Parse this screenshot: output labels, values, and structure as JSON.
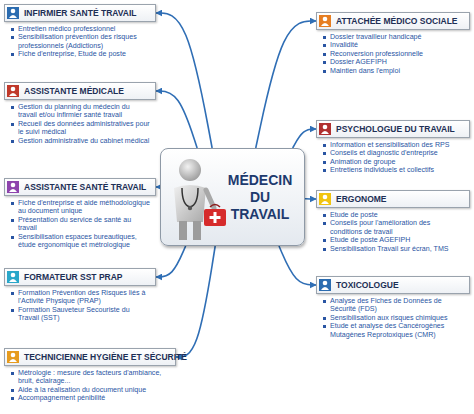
{
  "diagram": {
    "nodes": [
      {
        "text": [
          "MÉDECIN DU TRAVAIL"
        ]
      },
      {
        "text": [
          "INFIRMIER SANTÉ TRAVAIL",
          "Entretien médico professionnel",
          "Sensibilisation prévention des risques professionnels (Addictions)",
          "Fiche d'entreprise, Etude de poste"
        ]
      },
      {
        "text": [
          "ASSISTANTE MÉDICALE",
          "Gestion du planning du médecin du travail et/ou infirmier santé travail",
          "Recueil des données administratives pour le suivi médical",
          "Gestion administrative du cabinet médical"
        ]
      },
      {
        "text": [
          "ASSISTANTE SANTÉ TRAVAIL",
          "Fiche d'entreprise et aide méthodologique au document unique",
          "Présentation du service de santé au travail",
          "Sensibilisation espaces bureautiques, étude ergonomique et métrologique"
        ]
      },
      {
        "text": [
          "FORMATEUR SST PRAP",
          "Formation Prévention des Risques liés à l'Activité Physique (PRAP)",
          "Formation Sauveteur Secouriste du Travail (SST)"
        ]
      },
      {
        "text": [
          "TECHNICIENNE HYGIÈNE ET SÉCURITÉ",
          "Métrologie : mesure des facteurs d'ambiance, bruit, éclairage...",
          "Aide à la réalisation du document unique",
          "Accompagnement pénibilité"
        ]
      },
      {
        "text": [
          "ATTACHÉE MÉDICO SOCIALE",
          "Dossier travailleur handicapé",
          "Invalidité",
          "Reconversion professionnelle",
          "Dossier AGEFIPH",
          "Maintien dans l'emploi"
        ]
      },
      {
        "text": [
          "PSYCHOLOGUE DU TRAVAIL",
          "Information et sensibilisation des RPS",
          "Conseils et diagnostic d'entreprise",
          "Animation de groupe",
          "Entretiens individuels et collectifs"
        ]
      },
      {
        "text": [
          "ERGONOME",
          "Etude de poste",
          "Conseils pour l'amélioration des conditions de travail",
          "Etude de poste AGEFIPH",
          "Sensibilisation Travail sur écran, TMS"
        ]
      },
      {
        "text": [
          "TOXICOLOGUE",
          "Analyse des Fiches de Données de Sécurité (FDS)",
          "Sensibilisation aux risques chimiques",
          "Etude et analyse des Cancérogènes Mutagènes Reprotoxiques (CMR)"
        ]
      }
    ],
    "edges": [
      {
        "from": 0,
        "to": 1,
        "arrow": "to"
      },
      {
        "from": 0,
        "to": 2,
        "arrow": "to"
      },
      {
        "from": 0,
        "to": 3,
        "arrow": "to"
      },
      {
        "from": 0,
        "to": 4,
        "arrow": "to"
      },
      {
        "from": 0,
        "to": 5,
        "arrow": "to"
      },
      {
        "from": 0,
        "to": 6,
        "arrow": "to"
      },
      {
        "from": 0,
        "to": 7,
        "arrow": "to"
      },
      {
        "from": 0,
        "to": 8,
        "arrow": "to"
      },
      {
        "from": 0,
        "to": 9,
        "arrow": "to"
      }
    ]
  }
}
